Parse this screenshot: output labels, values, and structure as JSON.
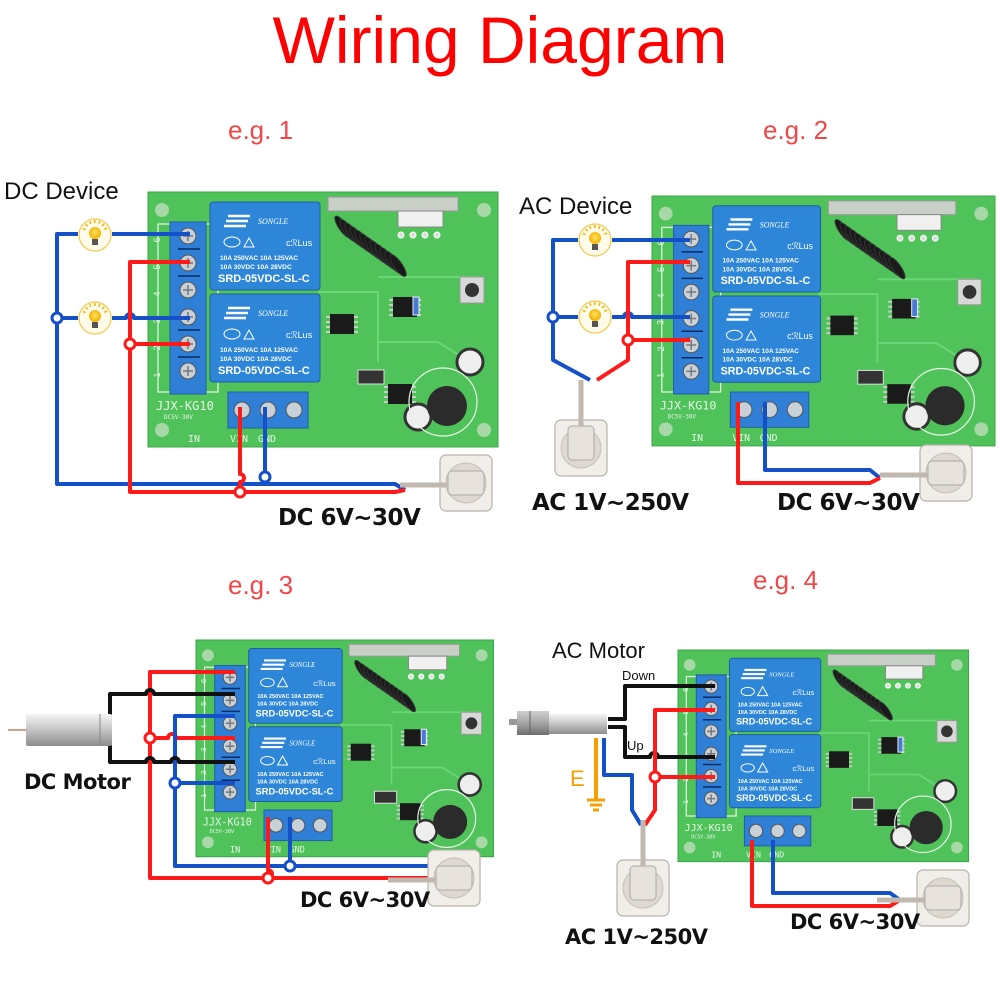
{
  "title": "Wiring Diagram",
  "colors": {
    "title": "#ff0000",
    "example_label": "#f04848",
    "wire_positive": "#ff1a1a",
    "wire_negative": "#1450c8",
    "wire_motor": "#111111",
    "wire_earth": "#f5a000",
    "pcb": "#4fc35a",
    "terminal_block": "#2f7fd6",
    "relay": "#2e86d8"
  },
  "board": {
    "model": "JJX-KG10",
    "voltage_rating": "DC5V-30V",
    "input_label": "IN",
    "vin_label": "VIN",
    "gnd_label": "GND",
    "relay": {
      "brand": "SONGLE",
      "rating_line1": "10A 250VAC  10A 125VAC",
      "rating_line2": "10A  30VDC  10A  28VDC",
      "model": "SRD-05VDC-SL-C",
      "cert": "us"
    },
    "terminal_numbers": [
      "6",
      "5",
      "4",
      "3",
      "2",
      "1"
    ]
  },
  "examples": [
    {
      "label": "e.g. 1",
      "device_label": "DC Device",
      "supply_label": "DC 6V~30V"
    },
    {
      "label": "e.g. 2",
      "device_label": "AC Device",
      "ac_supply_label": "AC 1V~250V",
      "supply_label": "DC 6V~30V"
    },
    {
      "label": "e.g. 3",
      "device_label": "DC Motor",
      "supply_label": "DC 6V~30V"
    },
    {
      "label": "e.g. 4",
      "device_label": "AC Motor",
      "down_label": "Down",
      "up_label": "Up",
      "earth_label": "E",
      "ac_supply_label": "AC 1V~250V",
      "supply_label": "DC 6V~30V"
    }
  ]
}
